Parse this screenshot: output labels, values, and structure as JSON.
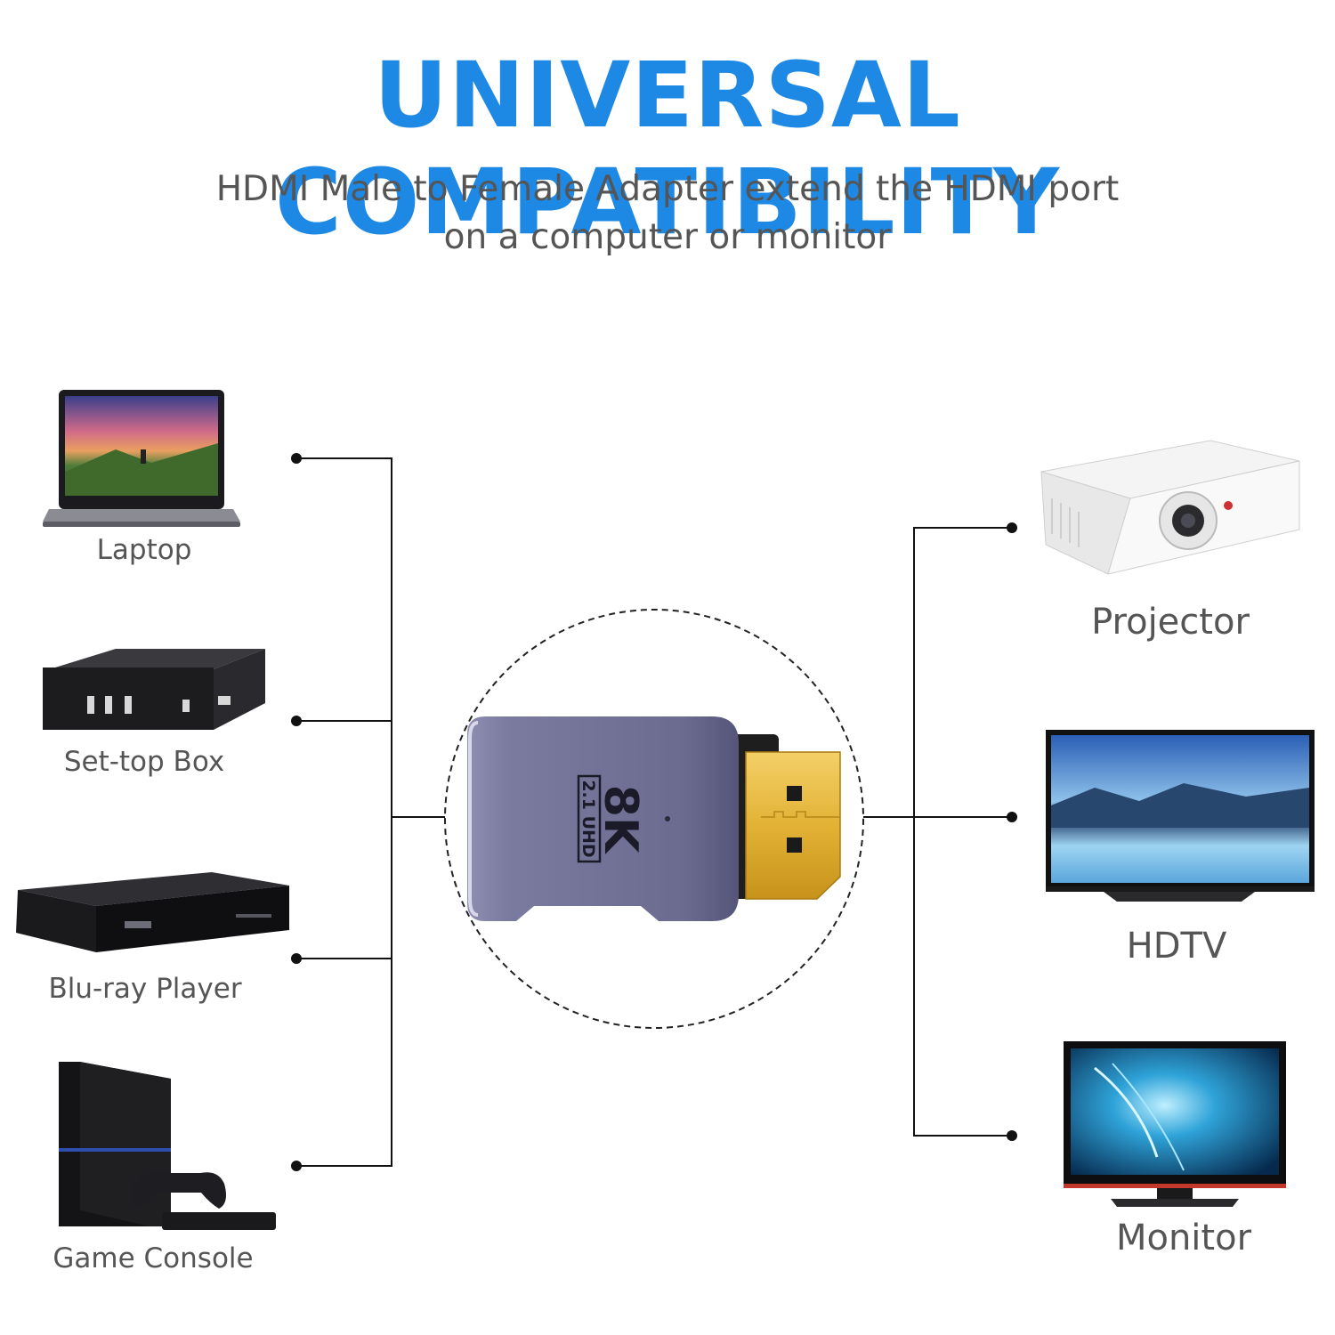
{
  "header": {
    "title": "UNIVERSAL COMPATIBILITY",
    "subtitle_line1": "HDMI Male to Female Adapter extend the HDMI port",
    "subtitle_line2": "on a computer or monitor"
  },
  "adapter": {
    "badge_main": "8K",
    "badge_sub": "2.1 UHD"
  },
  "devices_left": [
    {
      "label": "Laptop",
      "icon": "laptop-icon"
    },
    {
      "label": "Set-top Box",
      "icon": "set-top-box-icon"
    },
    {
      "label": "Blu-ray Player",
      "icon": "blu-ray-player-icon"
    },
    {
      "label": "Game Console",
      "icon": "game-console-icon"
    }
  ],
  "devices_right": [
    {
      "label": "Projector",
      "icon": "projector-icon"
    },
    {
      "label": "HDTV",
      "icon": "hdtv-icon"
    },
    {
      "label": "Monitor",
      "icon": "monitor-icon"
    }
  ],
  "colors": {
    "title": "#1e88e5",
    "text": "#555555",
    "lines": "#111111",
    "adapter_shell": "#6f6f92",
    "connector_gold": "#e0b43a"
  }
}
